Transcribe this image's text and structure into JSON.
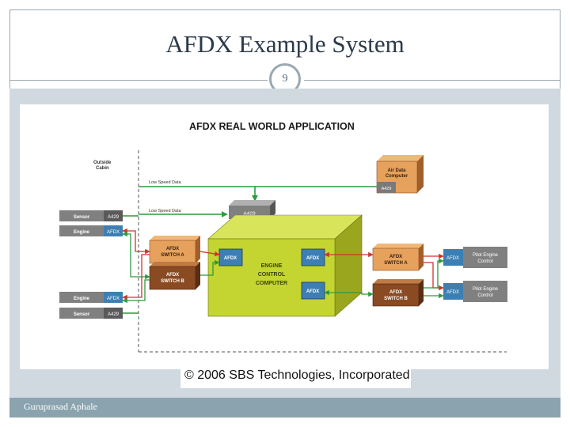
{
  "slide": {
    "title": "AFDX Example System",
    "page_number": "9",
    "author": "Guruprasad Aphale",
    "copyright": "© 2006 SBS Technologies, Incorporated"
  },
  "diagram": {
    "heading": "AFDX REAL WORLD APPLICATION",
    "outside_cabin": [
      "Outside",
      "Cabin"
    ],
    "low_speed_data_1": "Low Speed Data",
    "low_speed_data_2": "Low Speed Data",
    "air_data_computer": [
      "Air Data",
      "Computer"
    ],
    "air_data_port": "A429",
    "engine_a429": "A429",
    "left_top": {
      "sensor": "Sensor",
      "sensor_port": "A429",
      "engine": "Engine",
      "engine_port": "AFDX"
    },
    "left_bottom": {
      "engine": "Engine",
      "engine_port": "AFDX",
      "sensor": "Sensor",
      "sensor_port": "A429"
    },
    "left_switch_a": [
      "AFDX",
      "SWITCH A"
    ],
    "left_switch_b": [
      "AFDX",
      "SWITCH B"
    ],
    "ecc_label": [
      "ENGINE",
      "CONTROL",
      "COMPUTER"
    ],
    "ecc_port_left": "AFDX",
    "ecc_port_right_top": "AFDX",
    "ecc_port_right_bottom": "AFDX",
    "right_switch_a": [
      "AFDX",
      "SWITCH A"
    ],
    "right_switch_b": [
      "AFDX",
      "SWITCH B"
    ],
    "pilot_top": {
      "port": "AFDX",
      "label": [
        "Pilot Engine",
        "Control"
      ]
    },
    "pilot_bottom": {
      "port": "AFDX",
      "label": [
        "Pilot Engine",
        "Control"
      ]
    }
  },
  "colors": {
    "accent_frame": "#9aa8b2",
    "footer_bar": "#8aa3ae",
    "ecc_green": "#c4d431",
    "switch_orange": "#e6a25c",
    "switch_brown": "#8a4a22",
    "link_green": "#2e9a3f",
    "link_red": "#d0342c",
    "port_blue": "#3d7fb2"
  }
}
